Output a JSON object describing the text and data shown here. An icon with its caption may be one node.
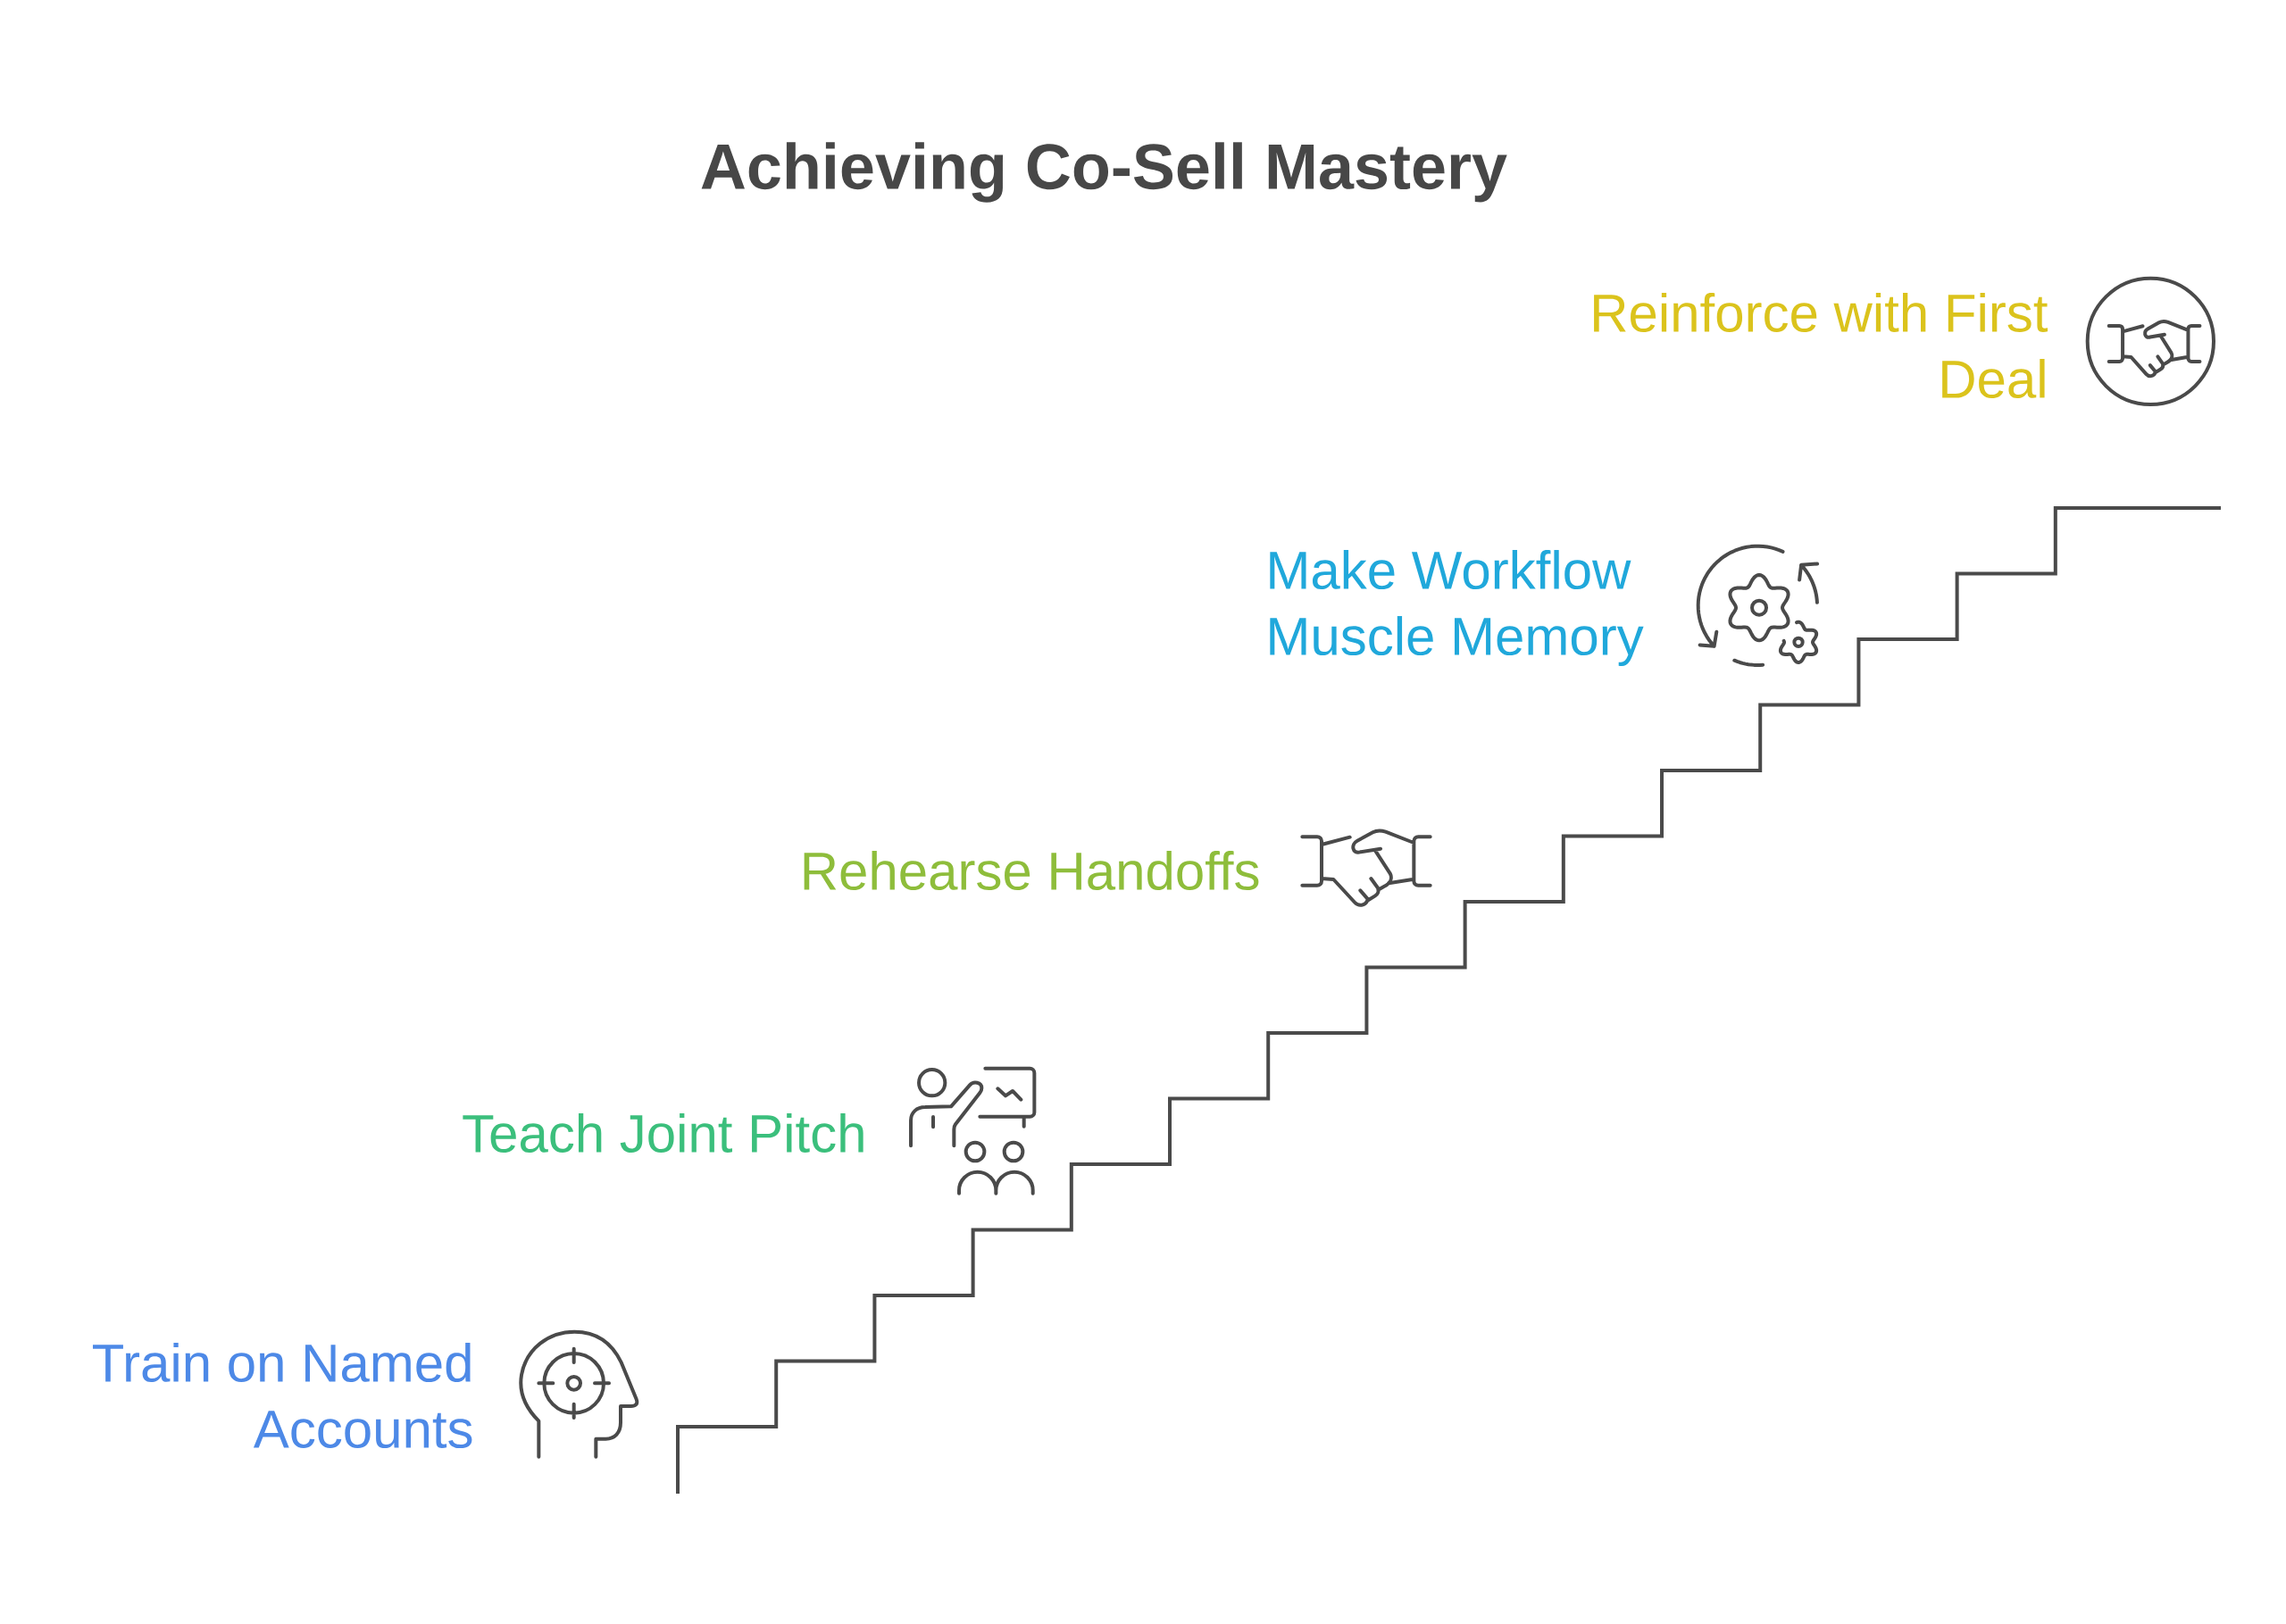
{
  "diagram": {
    "title": "Achieving Co-Sell Mastery",
    "labels": [
      "Reinforce with First Deal",
      "Make Workflow Muscle Memory",
      "Rehearse Handoffs",
      "Teach Joint Pitch",
      "Train on Named Accounts"
    ]
  }
}
